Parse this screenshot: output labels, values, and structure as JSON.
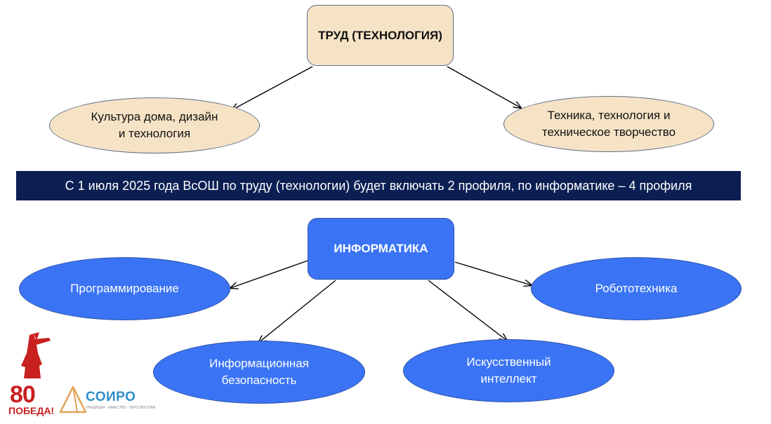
{
  "tech": {
    "title": "ТРУД (ТЕХНОЛОГИЯ)",
    "profile_left": "Культура дома, дизайн\nи технология",
    "profile_right": "Техника, технология и\nтехническое творчество"
  },
  "banner": {
    "text": "С 1 июля 2025 года ВсОШ по труду (технологии) будет включать 2 профиля, по информатике – 4 профиля"
  },
  "informatics": {
    "title": "ИНФОРМАТИКА",
    "profiles": {
      "programming": "Программирование",
      "robotics": "Робототехника",
      "infosec": "Информационная\nбезопасность",
      "ai": "Искусственный\nинтеллект"
    }
  },
  "logos": {
    "victory_number": "80",
    "victory_word": "ПОБЕДА!",
    "soiro_name": "СОИРО",
    "soiro_tagline": "ТРАДИЦИИ · КАЧЕСТВО · ПЕРСПЕКТИВА"
  },
  "colors": {
    "beige": "#f6e3c6",
    "blue": "#3a74f5",
    "navy": "#0c1f53",
    "victory_red": "#c8201f",
    "soiro_blue": "#2e8ec8"
  }
}
